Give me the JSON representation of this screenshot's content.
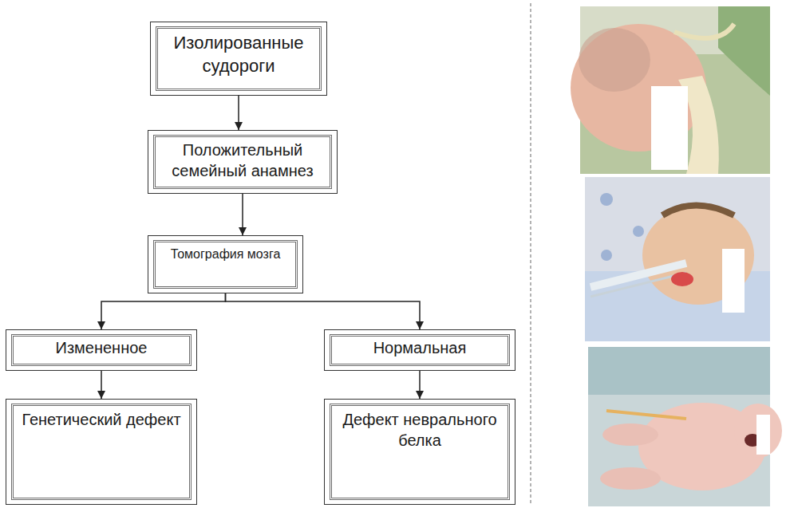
{
  "diagram": {
    "nodes": [
      {
        "text": [
          "Изолированные судороги"
        ]
      },
      {
        "text": [
          "Положительный семейный анамнез"
        ]
      },
      {
        "text": [
          "Томография мозга"
        ]
      },
      {
        "text": [
          "Измененное"
        ]
      },
      {
        "text": [
          "Нормальная"
        ]
      },
      {
        "text": [
          "Генетический дефект"
        ]
      },
      {
        "text": [
          "Дефект неврального белка"
        ]
      }
    ],
    "edges": [
      {
        "from": 0,
        "to": 1,
        "arrow": "to"
      },
      {
        "from": 1,
        "to": 2,
        "arrow": "to"
      },
      {
        "from": 2,
        "to": 3,
        "arrow": "to"
      },
      {
        "from": 2,
        "to": 4,
        "arrow": "to"
      },
      {
        "from": 3,
        "to": 5,
        "arrow": "to"
      },
      {
        "from": 4,
        "to": 6,
        "arrow": "to"
      }
    ]
  }
}
